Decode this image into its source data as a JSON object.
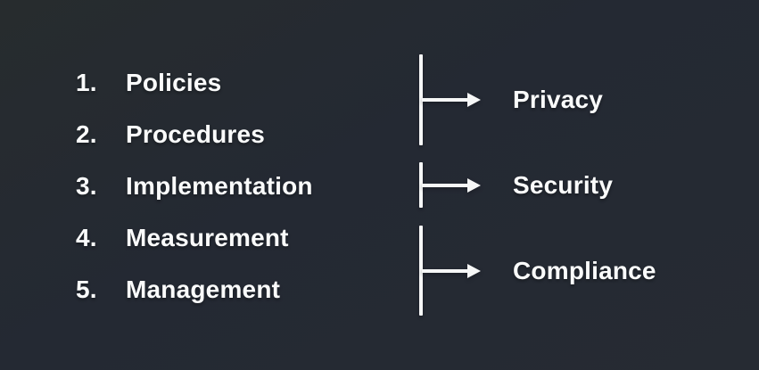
{
  "diagram": {
    "type": "mapping",
    "list": {
      "items": [
        {
          "number": "1.",
          "label": "Policies"
        },
        {
          "number": "2.",
          "label": "Procedures"
        },
        {
          "number": "3.",
          "label": "Implementation"
        },
        {
          "number": "4.",
          "label": "Measurement"
        },
        {
          "number": "5.",
          "label": "Management"
        }
      ]
    },
    "mappings": [
      {
        "label": "Privacy",
        "covers": [
          "Policies",
          "Procedures"
        ]
      },
      {
        "label": "Security",
        "covers": [
          "Implementation"
        ]
      },
      {
        "label": "Compliance",
        "covers": [
          "Measurement",
          "Management"
        ]
      }
    ],
    "colors": {
      "background": "#252a32",
      "text": "#fafbfb",
      "line": "#f6f7f7"
    }
  }
}
